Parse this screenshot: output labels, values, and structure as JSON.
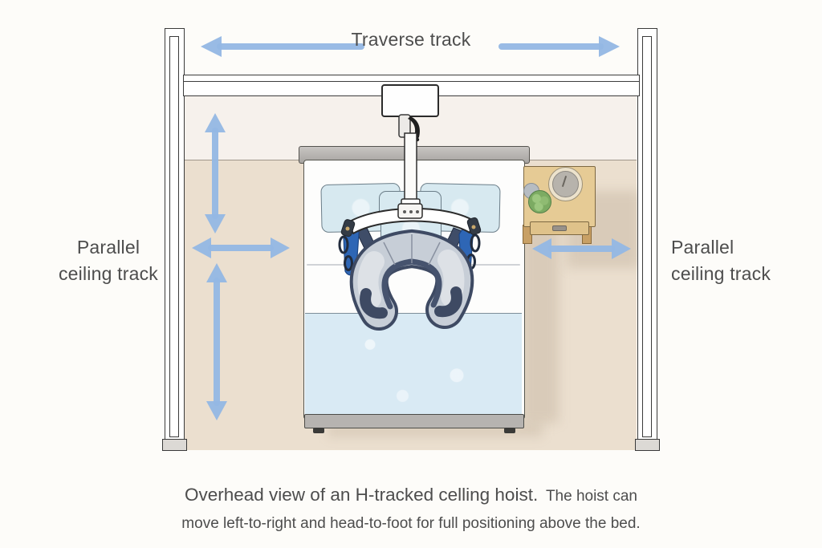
{
  "labels": {
    "traverse_track": "Traverse track",
    "parallel_left": {
      "line1": "Parallel",
      "line2": "ceiling track"
    },
    "parallel_right": {
      "line1": "Parallel",
      "line2": "ceiling track"
    }
  },
  "caption": {
    "line1_main": "Overhead view of an H-tracked celling hoist.",
    "line1_rest": "The hoist can",
    "line2": "move left-to-right and head-to-foot for full positioning above the bed."
  },
  "colors": {
    "bg": "#fdfcf9",
    "wall": "#f6f1ec",
    "floor": "#ebdfcf",
    "arrow": "#94b7e4",
    "blanket": "#d9eaf4",
    "pillow": "#d7e9f0",
    "headboard": "#c8c5c2",
    "wood": "#e6cb95",
    "sling_gray": "#c7ced7",
    "sling_navy": "#3e4a63",
    "strap_blue": "#2e66b5",
    "text": "#4d4d4d"
  }
}
